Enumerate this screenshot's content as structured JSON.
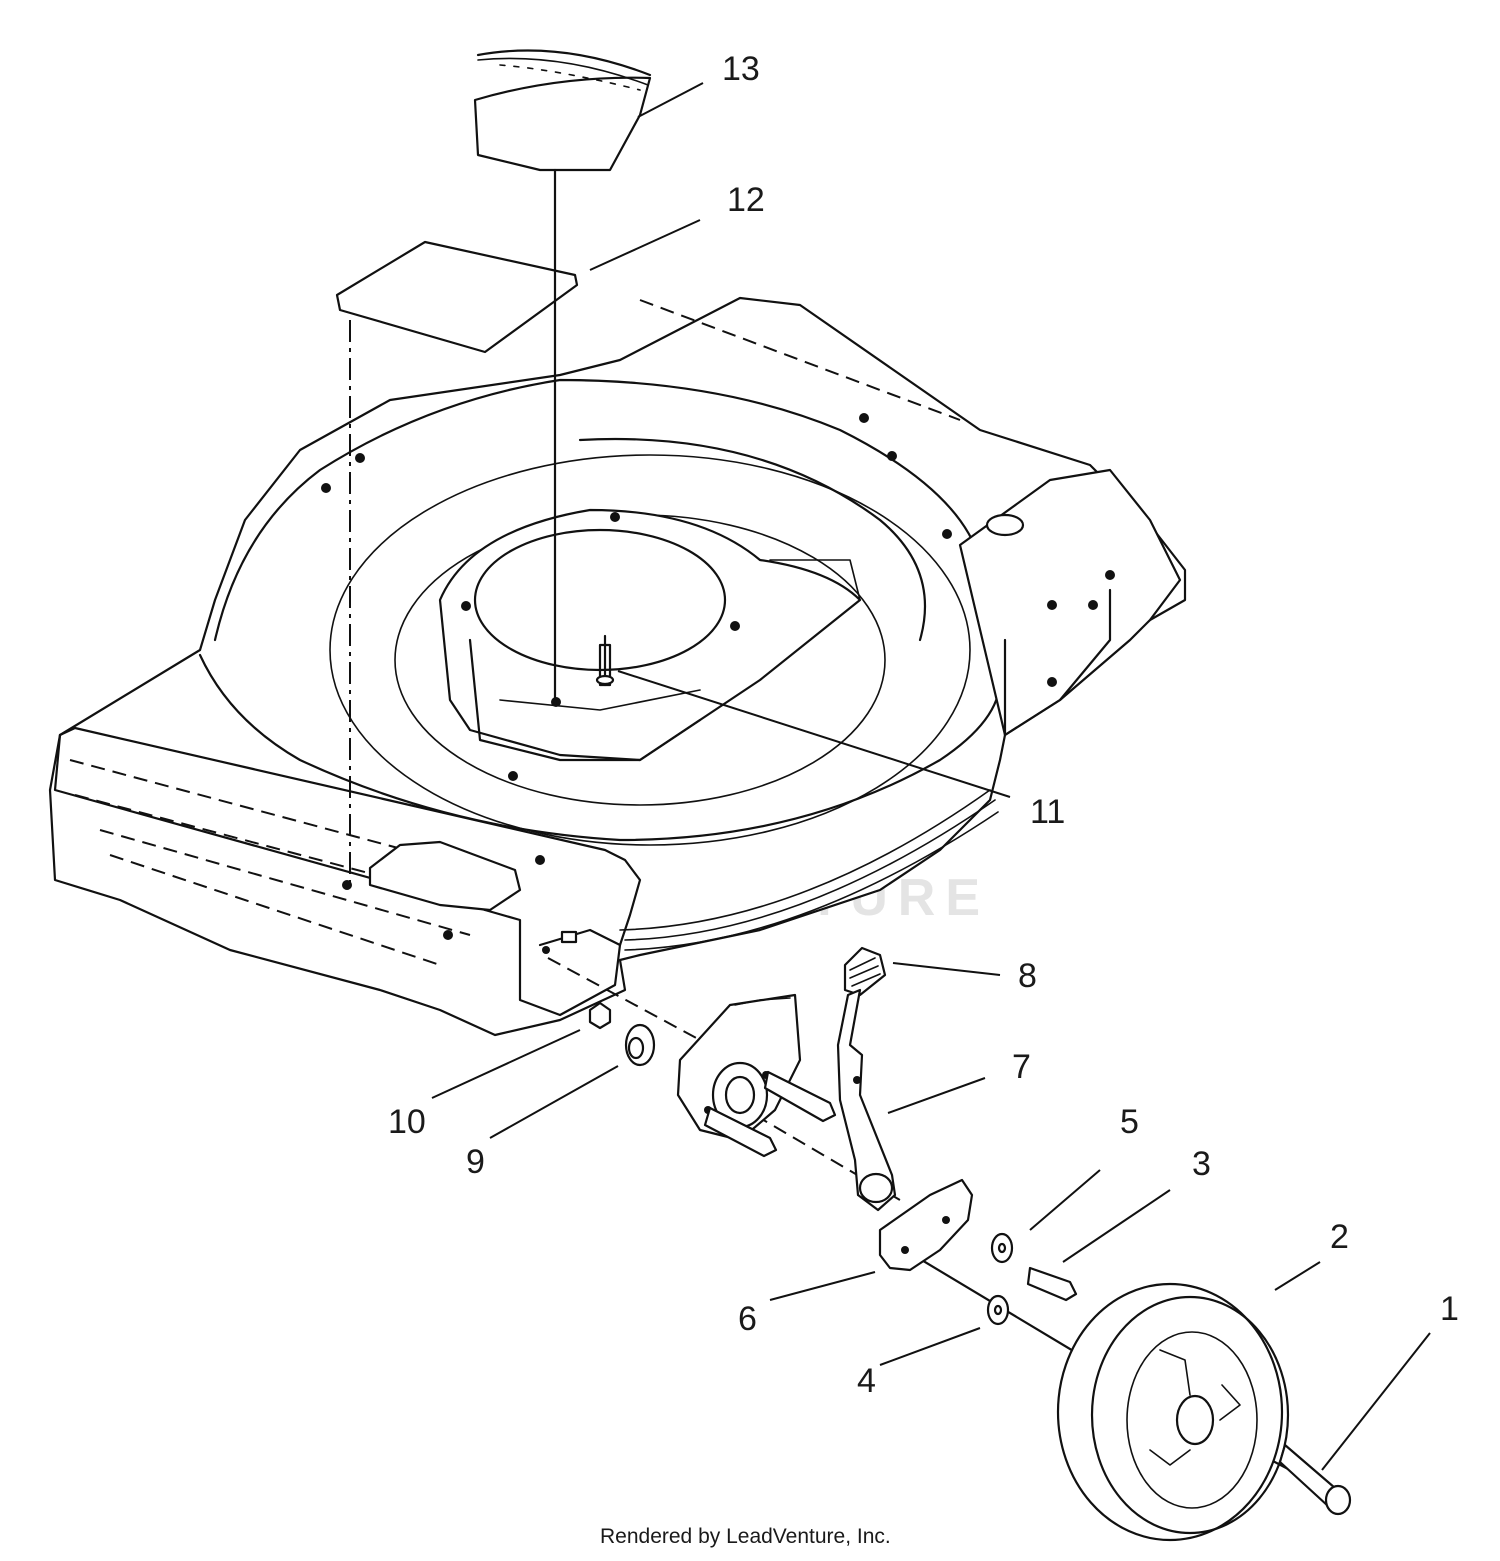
{
  "diagram": {
    "callouts": [
      {
        "id": "1",
        "label": "1"
      },
      {
        "id": "2",
        "label": "2"
      },
      {
        "id": "3",
        "label": "3"
      },
      {
        "id": "4",
        "label": "4"
      },
      {
        "id": "5",
        "label": "5"
      },
      {
        "id": "6",
        "label": "6"
      },
      {
        "id": "7",
        "label": "7"
      },
      {
        "id": "8",
        "label": "8"
      },
      {
        "id": "9",
        "label": "9"
      },
      {
        "id": "10",
        "label": "10"
      },
      {
        "id": "11",
        "label": "11"
      },
      {
        "id": "12",
        "label": "12"
      },
      {
        "id": "13",
        "label": "13"
      }
    ],
    "watermark": "LEADVENTURE",
    "footer": "Rendered by LeadVenture, Inc."
  }
}
